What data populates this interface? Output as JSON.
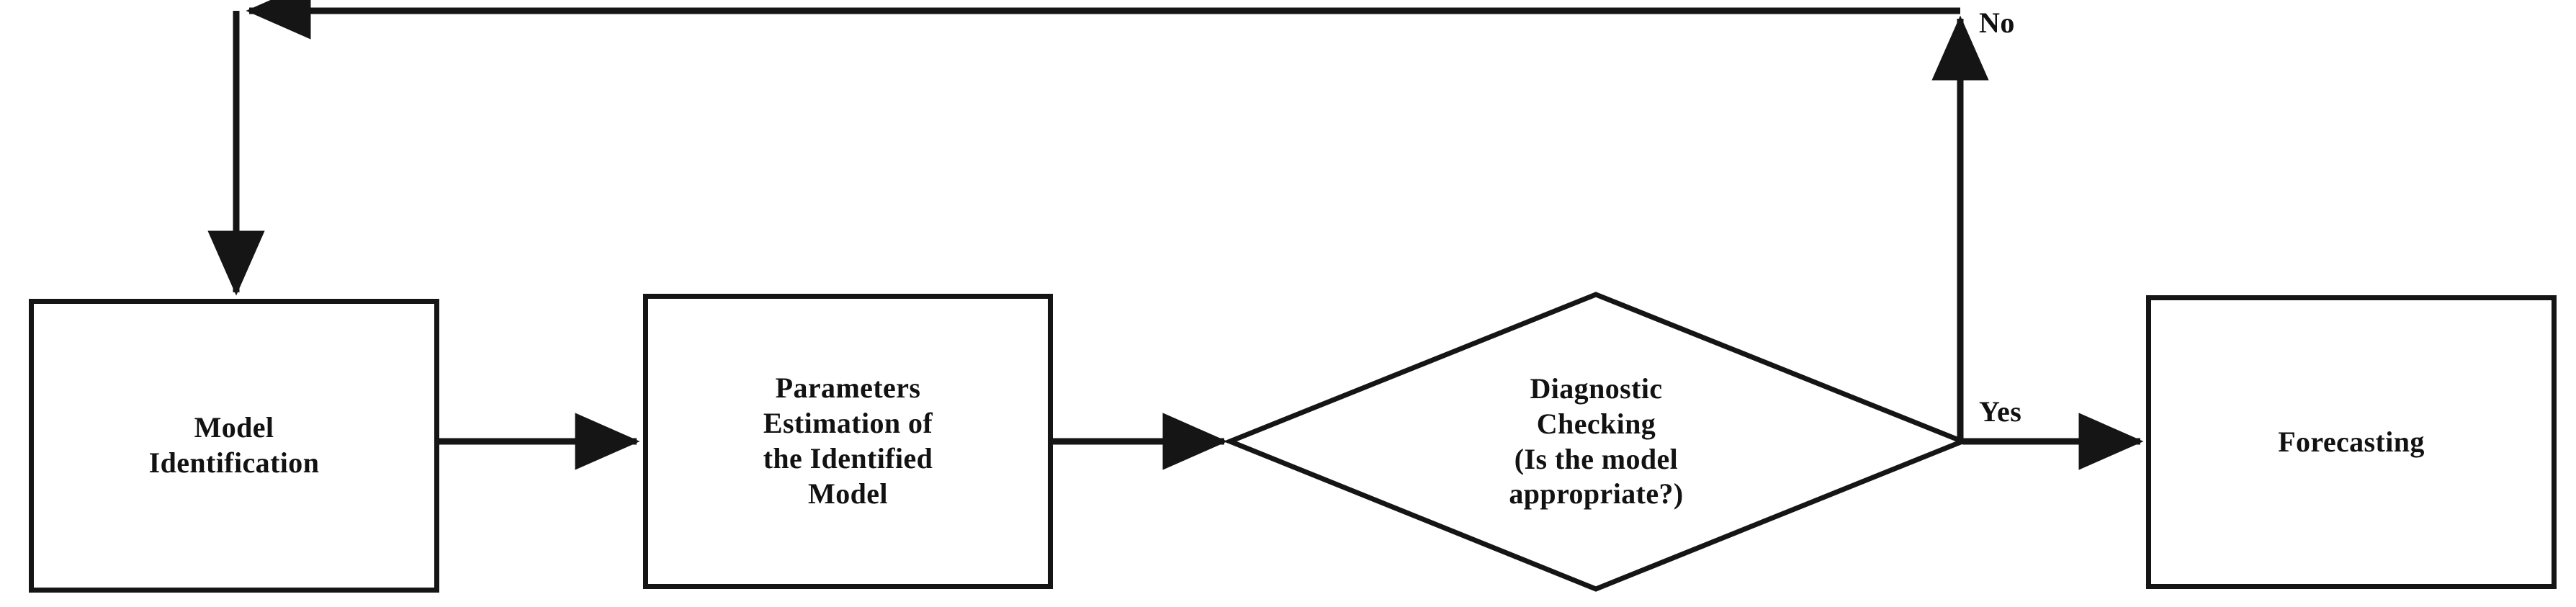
{
  "diagram": {
    "title": "Box-Jenkins ARIMA modelling flowchart",
    "stroke_color": "#151515",
    "fill_color": "#ffffff",
    "text_color": "#121212",
    "background": "#ffffff",
    "nodes": [
      {
        "id": "model-identification",
        "shape": "rectangle",
        "label": "Model\nIdentification"
      },
      {
        "id": "parameter-estimation",
        "shape": "rectangle",
        "label": "Parameters\nEstimation of\nthe Identified\nModel"
      },
      {
        "id": "diagnostic-checking",
        "shape": "diamond",
        "label": "Diagnostic\nChecking\n(Is the model\nappropriate?)"
      },
      {
        "id": "forecasting",
        "shape": "rectangle",
        "label": "Forecasting"
      }
    ],
    "edges": [
      {
        "id": "identification-to-estimation",
        "from": "model-identification",
        "to": "parameter-estimation",
        "label": ""
      },
      {
        "id": "estimation-to-diagnostic",
        "from": "parameter-estimation",
        "to": "diagnostic-checking",
        "label": ""
      },
      {
        "id": "diagnostic-to-forecasting",
        "from": "diagnostic-checking",
        "to": "forecasting",
        "label": "Yes"
      },
      {
        "id": "diagnostic-to-identification",
        "from": "diagnostic-checking",
        "to": "model-identification",
        "label": "No"
      }
    ]
  }
}
